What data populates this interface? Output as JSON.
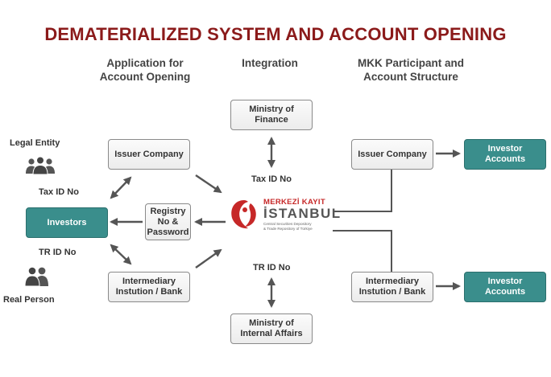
{
  "title": "DEMATERIALIZED SYSTEM AND ACCOUNT OPENING",
  "columns": {
    "left": [
      "Application for",
      "Account Opening"
    ],
    "middle": "Integration",
    "right": [
      "MKK Participant and",
      "Account Structure"
    ]
  },
  "nodes": {
    "ministry_finance": [
      "Ministry of",
      "Finance"
    ],
    "issuer_left": "Issuer Company",
    "investors": "Investors",
    "registry": [
      "Registry",
      "No &",
      "Password"
    ],
    "intermediary_left": [
      "Intermediary",
      "Instution / Bank"
    ],
    "ministry_internal": [
      "Ministry of",
      "Internal Affairs"
    ],
    "issuer_right": "Issuer Company",
    "intermediary_right": [
      "Intermediary",
      "Instution / Bank"
    ],
    "investor_accounts_top": [
      "Investor",
      "Accounts"
    ],
    "investor_accounts_bottom": [
      "Investor",
      "Accounts"
    ]
  },
  "labels": {
    "legal_entity": "Legal Entity",
    "tax_id_left": "Tax ID No",
    "tr_id_left": "TR ID No",
    "real_person": "Real Person",
    "tax_id_mid": "Tax ID No",
    "tr_id_mid": "TR ID No"
  },
  "logo": {
    "top": "MERKEZİ KAYIT",
    "main": "İSTANBUL",
    "sub": [
      "Central Securities Depository",
      "& Trade Repository of Türkiye"
    ]
  },
  "colors": {
    "title": "#8b1a1a",
    "teal": "#3a8e8c",
    "arrow": "#555555",
    "logo_red": "#c62828"
  },
  "icons": [
    "group-people-icon",
    "couple-people-icon",
    "merkezi-kayit-logo-icon"
  ]
}
